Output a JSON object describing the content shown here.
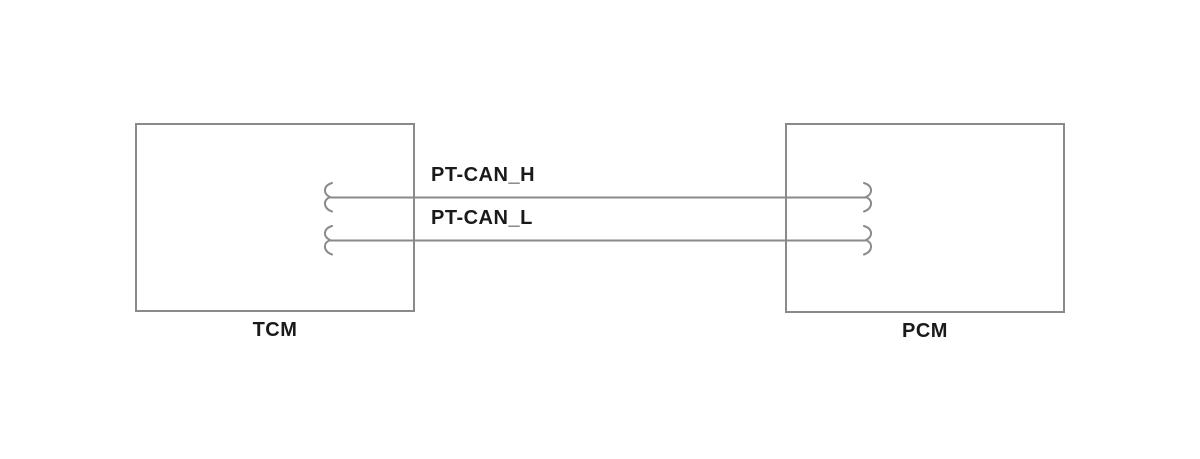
{
  "diagram": {
    "type": "wiring-schematic",
    "colors": {
      "bg": "#ffffff",
      "line": "#8a8a8a",
      "text": "#1a1a1a"
    },
    "modules": [
      {
        "id": "tcm",
        "label": "TCM"
      },
      {
        "id": "pcm",
        "label": "PCM"
      }
    ],
    "wires": [
      {
        "id": "pt-can-h",
        "label": "PT-CAN_H",
        "from": "TCM",
        "to": "PCM"
      },
      {
        "id": "pt-can-l",
        "label": "PT-CAN_L",
        "from": "TCM",
        "to": "PCM"
      }
    ],
    "connector_symbol": "s-squiggle-break"
  }
}
